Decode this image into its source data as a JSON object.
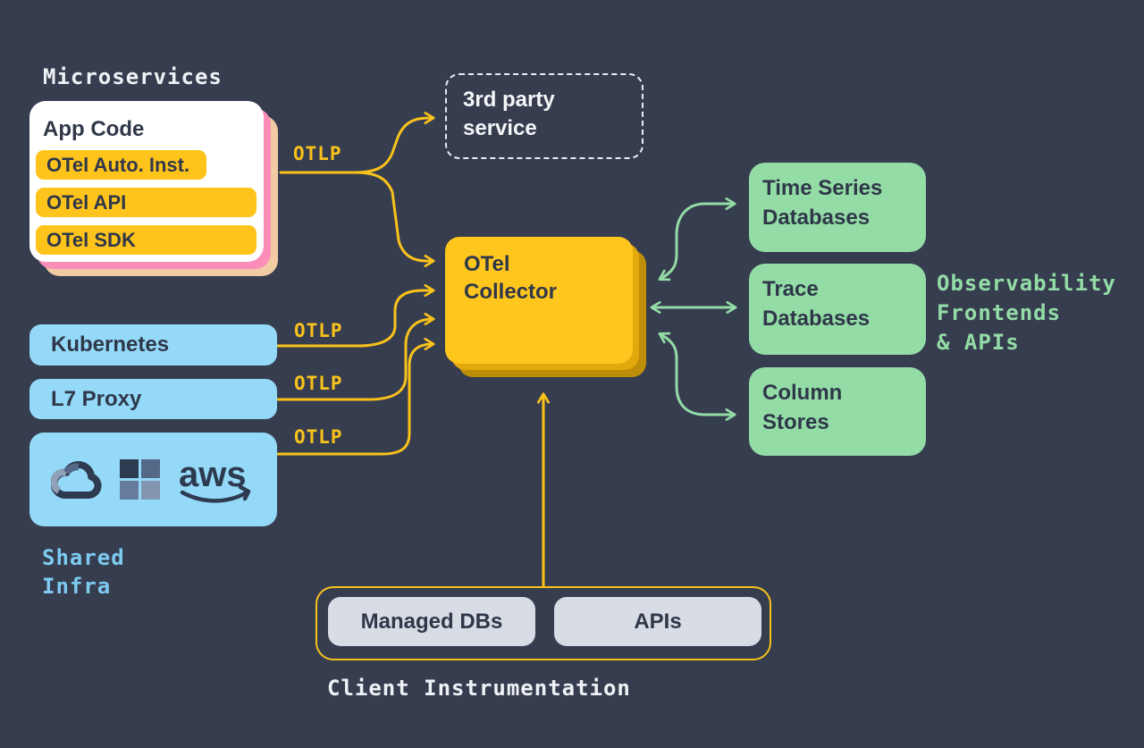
{
  "colors": {
    "background": "#363D4F",
    "yellow": "#FFC41C",
    "yellow_line": "#F8C21B",
    "collector_shadow1": "#E2A90D",
    "collector_shadow2": "#BF8E08",
    "pink": "#FB8DB9",
    "tan": "#F0CBA4",
    "blue": "#94D9F8",
    "blue_label": "#7ECBF1",
    "green": "#93DCA6",
    "grey": "#D8DCE4",
    "navy_text": "#2F3749",
    "white_text": "#EFF2F5"
  },
  "microservices": {
    "label": "Microservices",
    "app_card": {
      "title": "App Code",
      "badges": [
        "OTel Auto. Inst.",
        "OTel API",
        "OTel SDK"
      ]
    }
  },
  "third_party": {
    "line1": "3rd party",
    "line2": "service"
  },
  "collector": {
    "line1": "OTel",
    "line2": "Collector"
  },
  "otlp_labels": [
    "OTLP",
    "OTLP",
    "OTLP",
    "OTLP"
  ],
  "infra": {
    "kubernetes": "Kubernetes",
    "l7_proxy": "L7 Proxy",
    "cloud_icons": [
      "google-cloud",
      "microsoft",
      "aws"
    ],
    "aws_logo_text": "aws",
    "label_line1": "Shared",
    "label_line2": "Infra"
  },
  "backends": {
    "boxes": [
      {
        "line1": "Time Series",
        "line2": "Databases"
      },
      {
        "line1": "Trace",
        "line2": "Databases"
      },
      {
        "line1": "Column",
        "line2": "Stores"
      }
    ],
    "side_label": {
      "line1": "Observability",
      "line2": "Frontends",
      "line3": "& APIs"
    }
  },
  "client_instrumentation": {
    "managed_dbs": "Managed DBs",
    "apis": "APIs",
    "label": "Client Instrumentation"
  }
}
